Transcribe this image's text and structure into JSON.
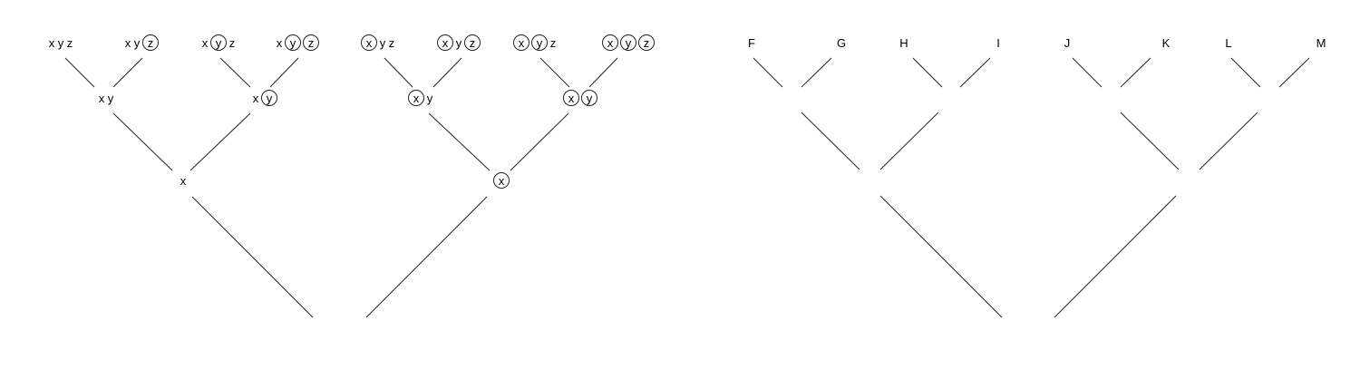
{
  "left_tree": {
    "leaves": [
      {
        "label": "x y z",
        "circled": [
          false,
          false,
          false
        ]
      },
      {
        "label": "x y z",
        "circled": [
          false,
          false,
          true
        ]
      },
      {
        "label": "x y z",
        "circled": [
          false,
          true,
          false
        ]
      },
      {
        "label": "x y z",
        "circled": [
          false,
          true,
          true
        ]
      },
      {
        "label": "x y z",
        "circled": [
          true,
          false,
          false
        ]
      },
      {
        "label": "x y z",
        "circled": [
          true,
          false,
          true
        ]
      },
      {
        "label": "x y z",
        "circled": [
          true,
          true,
          false
        ]
      },
      {
        "label": "x y z",
        "circled": [
          true,
          true,
          true
        ]
      }
    ],
    "level2": [
      {
        "label": "x y",
        "circled": [
          false,
          false
        ]
      },
      {
        "label": "x y",
        "circled": [
          false,
          true
        ]
      },
      {
        "label": "x y",
        "circled": [
          true,
          false
        ]
      },
      {
        "label": "x y",
        "circled": [
          true,
          true
        ]
      }
    ],
    "level1": [
      {
        "label": "x",
        "circled": [
          false
        ]
      },
      {
        "label": "x",
        "circled": [
          true
        ]
      }
    ]
  },
  "right_tree": {
    "leaves": [
      "F",
      "G",
      "H",
      "I",
      "J",
      "K",
      "L",
      "M"
    ]
  }
}
